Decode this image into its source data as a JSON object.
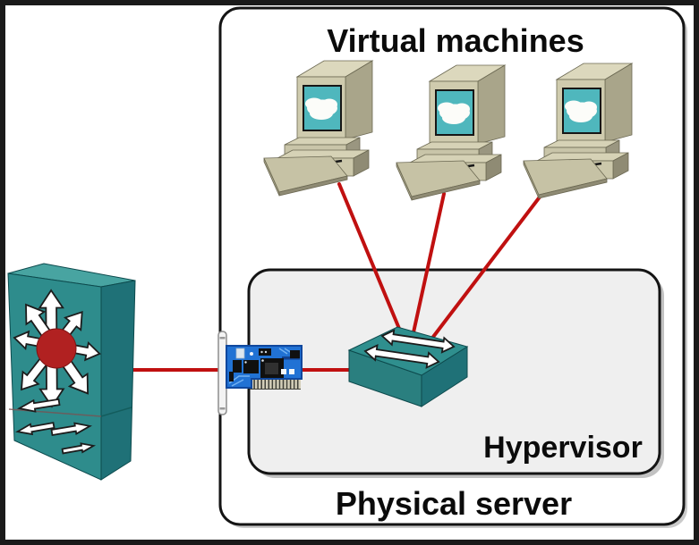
{
  "labels": {
    "virtual_machines": "Virtual machines",
    "hypervisor": "Hypervisor",
    "physical_server": "Physical server"
  },
  "icons": [
    {
      "name": "vm-computer-icon",
      "meaning": "virtual machine (desktop computer with cloud on screen)",
      "count": 3
    },
    {
      "name": "virtual-switch-icon",
      "meaning": "virtual switch inside hypervisor (flat teal box with double arrows)",
      "count": 1
    },
    {
      "name": "physical-switch-icon",
      "meaning": "physical multilayer switch (tall teal box, red hub, radiating arrows)",
      "count": 1
    },
    {
      "name": "nic-card-icon",
      "meaning": "physical network interface card (blue PCI card with bracket)",
      "count": 1
    },
    {
      "name": "double-arrow-icon",
      "meaning": "white bidirectional traffic arrow"
    },
    {
      "name": "cloud-icon",
      "meaning": "white cloud on VM screen"
    }
  ],
  "connections": [
    {
      "from": "vm-1",
      "to": "virtual-switch",
      "style": "red-line"
    },
    {
      "from": "vm-2",
      "to": "virtual-switch",
      "style": "red-line"
    },
    {
      "from": "vm-3",
      "to": "virtual-switch",
      "style": "red-line"
    },
    {
      "from": "physical-switch",
      "to": "virtual-switch",
      "via": "nic-card",
      "style": "red-line"
    }
  ],
  "colors": {
    "link_red": "#C01010",
    "hub_red": "#B12121",
    "device_teal": "#2E8C8C",
    "device_teal_top": "#48A4A1",
    "device_teal_dark": "#1F7177",
    "vswitch_top": "#2F8F8E",
    "pc_beige": "#CFCBAE",
    "screen_teal": "#4FB7BD",
    "nic_blue": "#2172D4",
    "hypervisor_fill": "#EFEFEF",
    "frame_black": "#1A1A1A"
  }
}
